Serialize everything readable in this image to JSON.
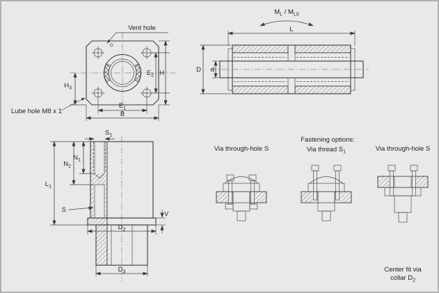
{
  "colors": {
    "background": "#e9e9e7",
    "line": "#3a3a3a"
  },
  "front_view": {
    "vent_hole_label": "Vent hole",
    "lube_hole_label": "Lube hole M8 x 1",
    "dims": {
      "H3": {
        "base": "H",
        "sub": "3"
      },
      "E2": {
        "base": "E",
        "sub": "2"
      },
      "H": {
        "base": "H",
        "sub": ""
      },
      "E1": {
        "base": "E",
        "sub": "1"
      },
      "B": {
        "base": "B",
        "sub": ""
      }
    }
  },
  "side_view": {
    "moment_label": {
      "m1": "M",
      "s1": "L",
      "sep": " / ",
      "m2": "M",
      "s2": "L0"
    },
    "dims": {
      "L": {
        "base": "L",
        "sub": ""
      },
      "D": {
        "base": "D",
        "sub": ""
      },
      "d": {
        "base": "d",
        "sub": ""
      }
    }
  },
  "section_view": {
    "dims": {
      "S1": {
        "base": "S",
        "sub": "1"
      },
      "N1": {
        "base": "N",
        "sub": "1"
      },
      "N2": {
        "base": "N",
        "sub": "2"
      },
      "L1": {
        "base": "L",
        "sub": "1"
      },
      "S": {
        "base": "S",
        "sub": ""
      },
      "V": {
        "base": "V",
        "sub": ""
      },
      "D2": {
        "base": "D",
        "sub": "2"
      },
      "D3": {
        "base": "D",
        "sub": "3"
      }
    }
  },
  "fastening": {
    "title": "Fastening options:",
    "option_through_hole_1": "Via through-hole S",
    "option_thread": {
      "base": "Via thread S",
      "sub": "1"
    },
    "option_through_hole_2": "Via through-hole S",
    "center_fit_line1": "Center fit via",
    "center_fit_line2": {
      "base": "collar D",
      "sub": "2"
    }
  }
}
